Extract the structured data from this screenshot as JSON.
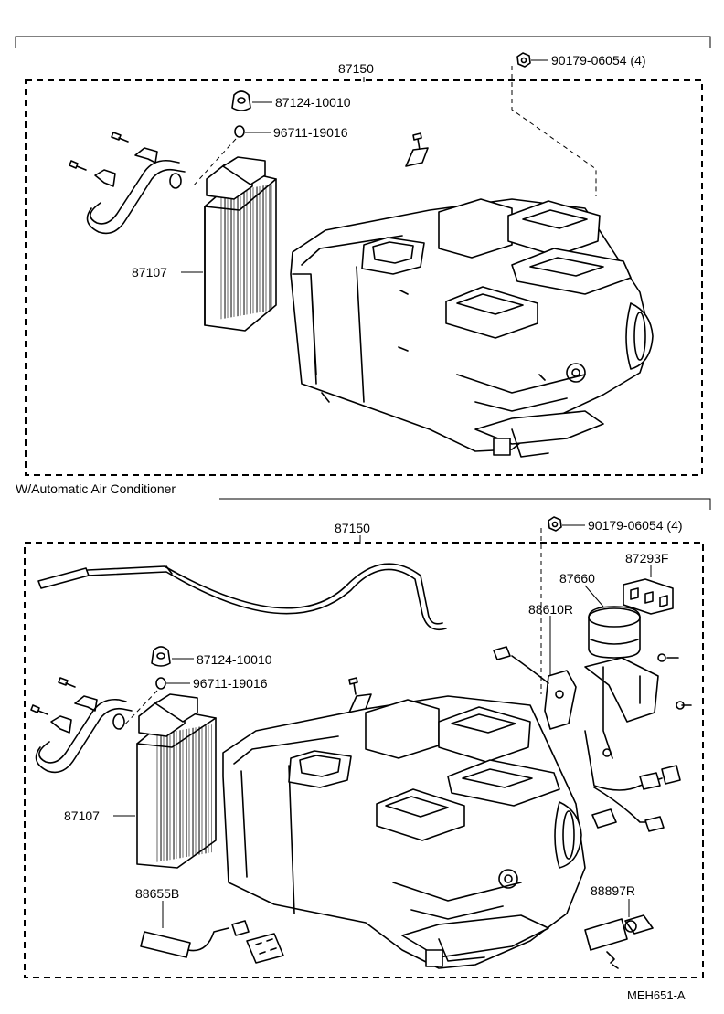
{
  "top": {
    "assembly_label": "87150",
    "nut_label": "90179-06054 (4)",
    "grommet_label": "87124-10010",
    "oring_label": "96711-19016",
    "heater_core_label": "87107"
  },
  "section_title": "W/Automatic Air Conditioner",
  "bottom": {
    "assembly_label": "87150",
    "nut_label": "90179-06054 (4)",
    "grommet_label": "87124-10010",
    "oring_label": "96711-19016",
    "heater_core_label": "87107",
    "connector_label": "87293F",
    "servo_label": "87660",
    "bracket_label": "88610R",
    "sensor_label": "88655B",
    "aspirator_label": "88897R"
  },
  "footer_code": "MEH651-A"
}
